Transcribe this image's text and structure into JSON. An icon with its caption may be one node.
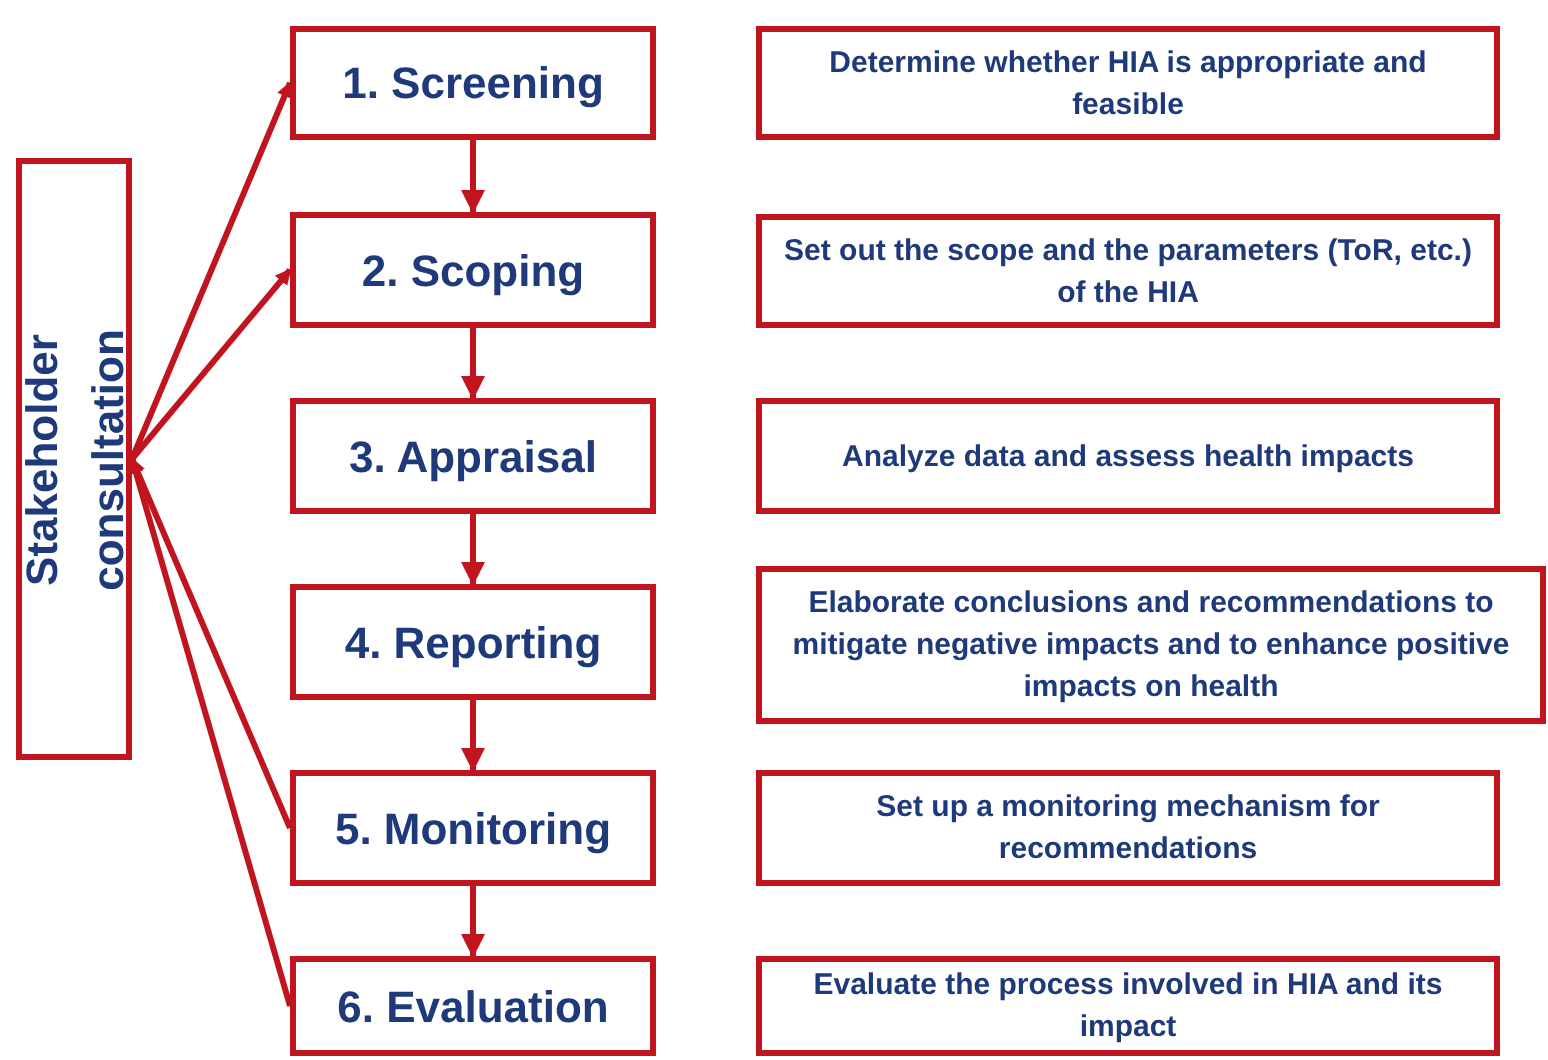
{
  "diagram": {
    "nodes": [
      {
        "text": [
          "Stakeholder consultation"
        ]
      },
      {
        "text": [
          "1. Screening"
        ]
      },
      {
        "text": [
          "2. Scoping"
        ]
      },
      {
        "text": [
          "3. Appraisal"
        ]
      },
      {
        "text": [
          "4. Reporting"
        ]
      },
      {
        "text": [
          "5. Monitoring"
        ]
      },
      {
        "text": [
          "6. Evaluation"
        ]
      },
      {
        "text": [
          "Determine whether HIA is appropriate and feasible"
        ]
      },
      {
        "text": [
          "Set out the scope and the parameters (ToR, etc.) of the HIA"
        ]
      },
      {
        "text": [
          "Analyze data and assess health impacts"
        ]
      },
      {
        "text": [
          "Elaborate conclusions and recommendations to mitigate negative impacts and to enhance positive impacts on health"
        ]
      },
      {
        "text": [
          "Set up a monitoring mechanism for recommendations"
        ]
      },
      {
        "text": [
          "Evaluate the process involved in HIA and its impact"
        ]
      }
    ],
    "edges": [
      {
        "from": 0,
        "to": 1,
        "arrow": "to"
      },
      {
        "from": 0,
        "to": 2,
        "arrow": "to"
      },
      {
        "from": 5,
        "to": 0,
        "arrow": "to"
      },
      {
        "from": 6,
        "to": 0,
        "arrow": "to"
      },
      {
        "from": 1,
        "to": 2,
        "arrow": "to"
      },
      {
        "from": 2,
        "to": 3,
        "arrow": "to"
      },
      {
        "from": 3,
        "to": 4,
        "arrow": "to"
      },
      {
        "from": 4,
        "to": 5,
        "arrow": "to"
      },
      {
        "from": 5,
        "to": 6,
        "arrow": "to"
      }
    ]
  }
}
